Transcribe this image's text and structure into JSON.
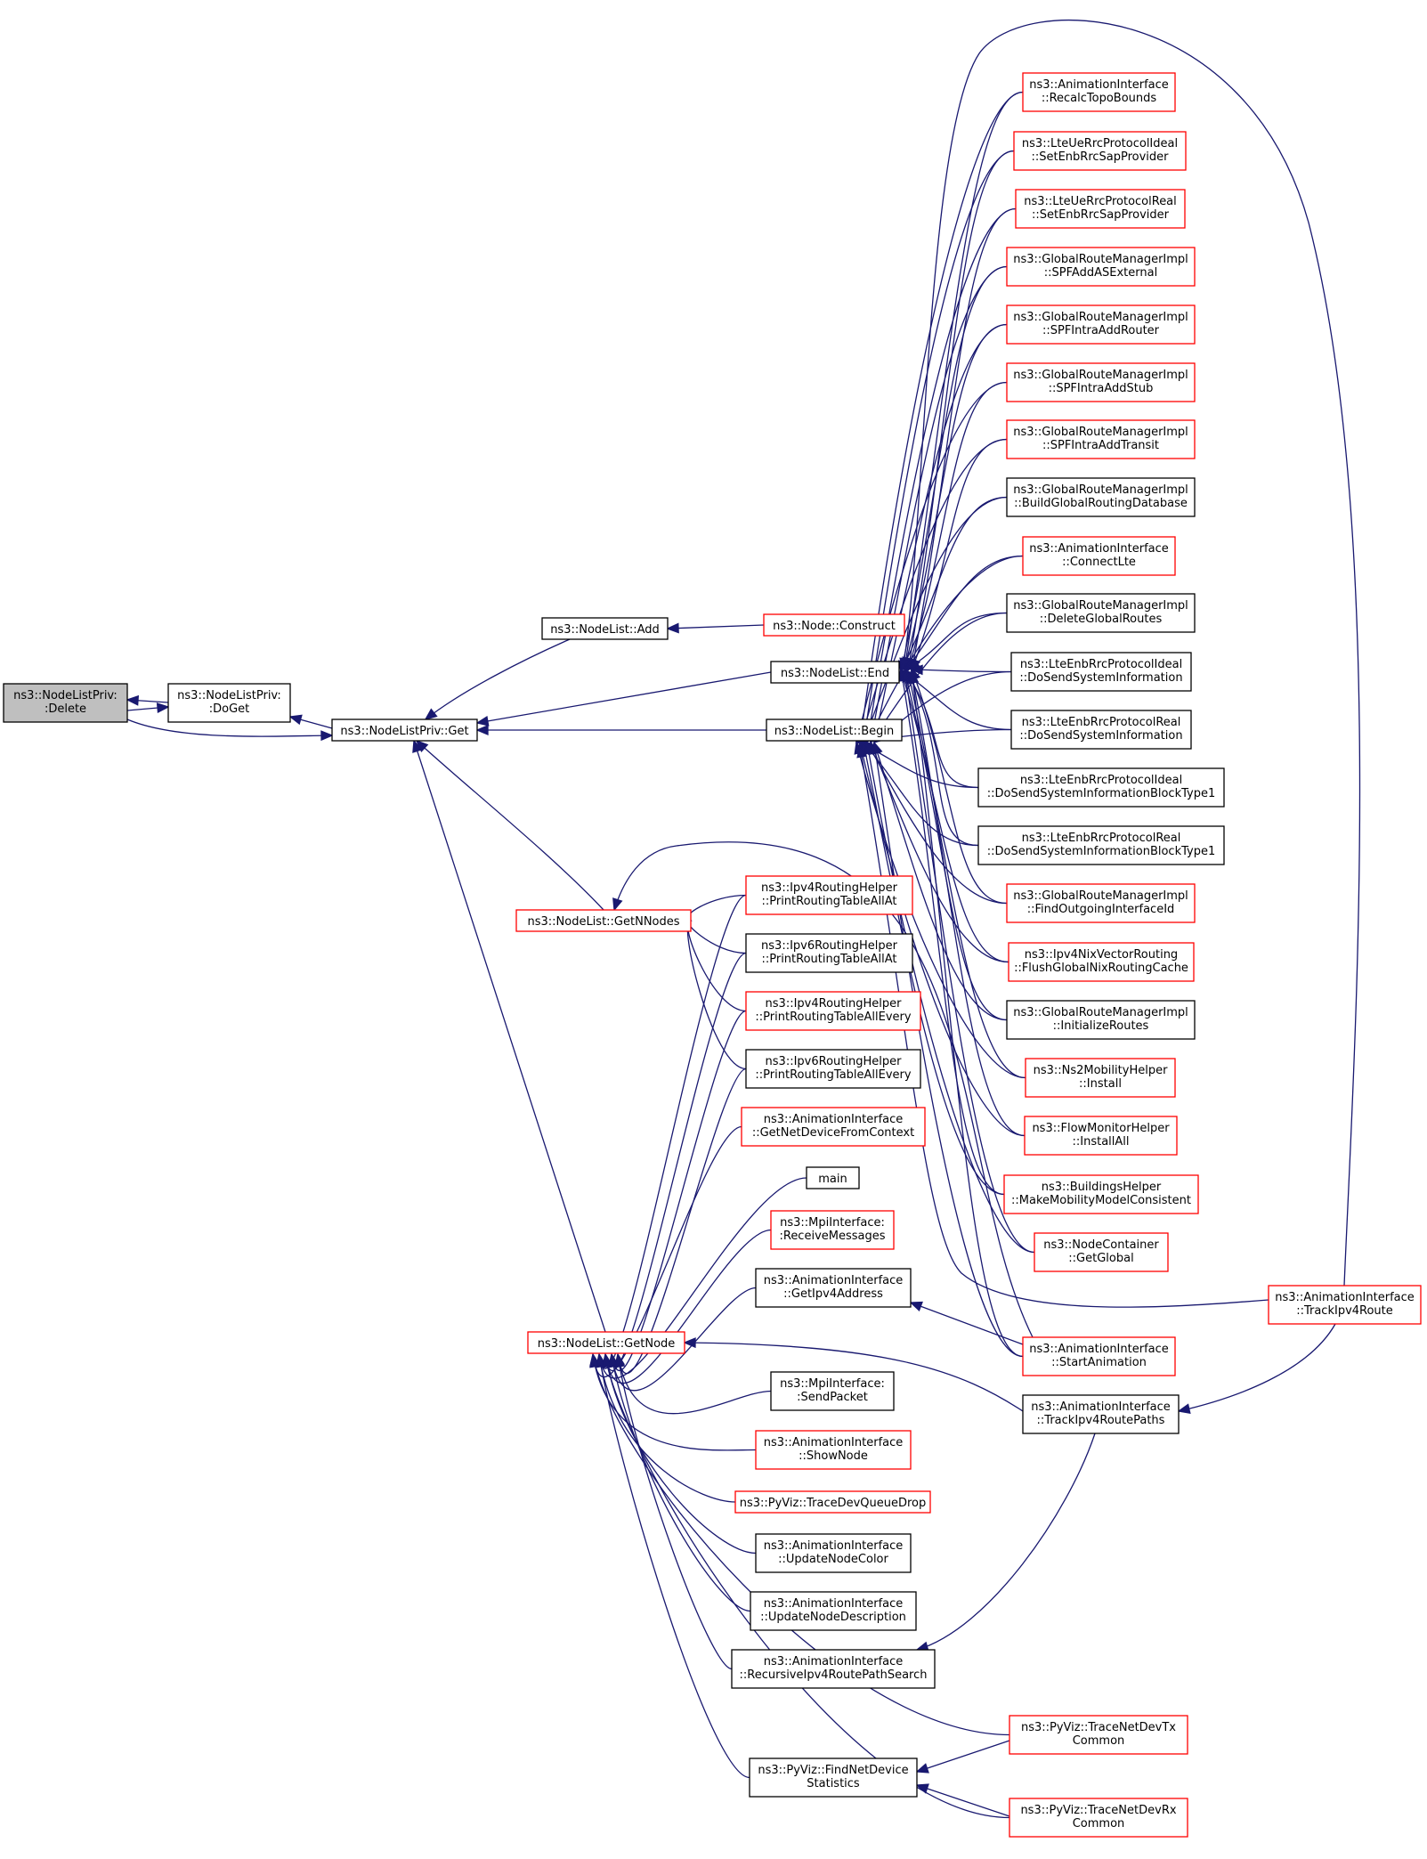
{
  "diagram": {
    "colors": {
      "edge": "#191970",
      "focus_fill": "#bfbfbf",
      "border_default": "#000000",
      "border_truncated": "#ff0000",
      "node_fill": "#ffffff",
      "text": "#000000"
    },
    "nodes": [
      {
        "id": "delete",
        "lines": [
          "ns3::NodeListPriv:",
          ":Delete"
        ],
        "style": "focus"
      },
      {
        "id": "doget",
        "lines": [
          "ns3::NodeListPriv:",
          ":DoGet"
        ],
        "style": "black"
      },
      {
        "id": "get",
        "lines": [
          "ns3::NodeListPriv::Get"
        ],
        "style": "black"
      },
      {
        "id": "add",
        "lines": [
          "ns3::NodeList::Add"
        ],
        "style": "black"
      },
      {
        "id": "construct",
        "lines": [
          "ns3::Node::Construct"
        ],
        "style": "red"
      },
      {
        "id": "end",
        "lines": [
          "ns3::NodeList::End"
        ],
        "style": "black"
      },
      {
        "id": "begin",
        "lines": [
          "ns3::NodeList::Begin"
        ],
        "style": "black"
      },
      {
        "id": "getnnodes",
        "lines": [
          "ns3::NodeList::GetNNodes"
        ],
        "style": "red"
      },
      {
        "id": "getnode",
        "lines": [
          "ns3::NodeList::GetNode"
        ],
        "style": "red"
      },
      {
        "id": "recalctopo",
        "lines": [
          "ns3::AnimationInterface",
          "::RecalcTopoBounds"
        ],
        "style": "red"
      },
      {
        "id": "lteue_ideal",
        "lines": [
          "ns3::LteUeRrcProtocolIdeal",
          "::SetEnbRrcSapProvider"
        ],
        "style": "red"
      },
      {
        "id": "lteue_real",
        "lines": [
          "ns3::LteUeRrcProtocolReal",
          "::SetEnbRrcSapProvider"
        ],
        "style": "red"
      },
      {
        "id": "spf_asext",
        "lines": [
          "ns3::GlobalRouteManagerImpl",
          "::SPFAddASExternal"
        ],
        "style": "red"
      },
      {
        "id": "spf_router",
        "lines": [
          "ns3::GlobalRouteManagerImpl",
          "::SPFIntraAddRouter"
        ],
        "style": "red"
      },
      {
        "id": "spf_stub",
        "lines": [
          "ns3::GlobalRouteManagerImpl",
          "::SPFIntraAddStub"
        ],
        "style": "red"
      },
      {
        "id": "spf_transit",
        "lines": [
          "ns3::GlobalRouteManagerImpl",
          "::SPFIntraAddTransit"
        ],
        "style": "red"
      },
      {
        "id": "buildglobal",
        "lines": [
          "ns3::GlobalRouteManagerImpl",
          "::BuildGlobalRoutingDatabase"
        ],
        "style": "black"
      },
      {
        "id": "connectlte",
        "lines": [
          "ns3::AnimationInterface",
          "::ConnectLte"
        ],
        "style": "red"
      },
      {
        "id": "deleteglobal",
        "lines": [
          "ns3::GlobalRouteManagerImpl",
          "::DeleteGlobalRoutes"
        ],
        "style": "black"
      },
      {
        "id": "enb_ideal_sys",
        "lines": [
          "ns3::LteEnbRrcProtocolIdeal",
          "::DoSendSystemInformation"
        ],
        "style": "black"
      },
      {
        "id": "enb_real_sys",
        "lines": [
          "ns3::LteEnbRrcProtocolReal",
          "::DoSendSystemInformation"
        ],
        "style": "black"
      },
      {
        "id": "enb_ideal_sib",
        "lines": [
          "ns3::LteEnbRrcProtocolIdeal",
          "::DoSendSystemInformationBlockType1"
        ],
        "style": "black"
      },
      {
        "id": "enb_real_sib",
        "lines": [
          "ns3::LteEnbRrcProtocolReal",
          "::DoSendSystemInformationBlockType1"
        ],
        "style": "black"
      },
      {
        "id": "findoutgoing",
        "lines": [
          "ns3::GlobalRouteManagerImpl",
          "::FindOutgoingInterfaceId"
        ],
        "style": "red"
      },
      {
        "id": "flushnix",
        "lines": [
          "ns3::Ipv4NixVectorRouting",
          "::FlushGlobalNixRoutingCache"
        ],
        "style": "red"
      },
      {
        "id": "initroutes",
        "lines": [
          "ns3::GlobalRouteManagerImpl",
          "::InitializeRoutes"
        ],
        "style": "black"
      },
      {
        "id": "ns2install",
        "lines": [
          "ns3::Ns2MobilityHelper",
          "::Install"
        ],
        "style": "red"
      },
      {
        "id": "flowinstall",
        "lines": [
          "ns3::FlowMonitorHelper",
          "::InstallAll"
        ],
        "style": "red"
      },
      {
        "id": "buildings",
        "lines": [
          "ns3::BuildingsHelper",
          "::MakeMobilityModelConsistent"
        ],
        "style": "red"
      },
      {
        "id": "getglobal",
        "lines": [
          "ns3::NodeContainer",
          "::GetGlobal"
        ],
        "style": "red"
      },
      {
        "id": "trackroute",
        "lines": [
          "ns3::AnimationInterface",
          "::TrackIpv4Route"
        ],
        "style": "red"
      },
      {
        "id": "startanim",
        "lines": [
          "ns3::AnimationInterface",
          "::StartAnimation"
        ],
        "style": "red"
      },
      {
        "id": "trackpaths",
        "lines": [
          "ns3::AnimationInterface",
          "::TrackIpv4RoutePaths"
        ],
        "style": "black"
      },
      {
        "id": "ipv4_all_at",
        "lines": [
          "ns3::Ipv4RoutingHelper",
          "::PrintRoutingTableAllAt"
        ],
        "style": "red"
      },
      {
        "id": "ipv6_all_at",
        "lines": [
          "ns3::Ipv6RoutingHelper",
          "::PrintRoutingTableAllAt"
        ],
        "style": "black"
      },
      {
        "id": "ipv4_all_every",
        "lines": [
          "ns3::Ipv4RoutingHelper",
          "::PrintRoutingTableAllEvery"
        ],
        "style": "red"
      },
      {
        "id": "ipv6_all_every",
        "lines": [
          "ns3::Ipv6RoutingHelper",
          "::PrintRoutingTableAllEvery"
        ],
        "style": "black"
      },
      {
        "id": "getnetdev",
        "lines": [
          "ns3::AnimationInterface",
          "::GetNetDeviceFromContext"
        ],
        "style": "red"
      },
      {
        "id": "main",
        "lines": [
          "main"
        ],
        "style": "black"
      },
      {
        "id": "mpi_recv",
        "lines": [
          "ns3::MpiInterface:",
          ":ReceiveMessages"
        ],
        "style": "red"
      },
      {
        "id": "getipv4addr",
        "lines": [
          "ns3::AnimationInterface",
          "::GetIpv4Address"
        ],
        "style": "black"
      },
      {
        "id": "mpi_send",
        "lines": [
          "ns3::MpiInterface:",
          ":SendPacket"
        ],
        "style": "black"
      },
      {
        "id": "shownode",
        "lines": [
          "ns3::AnimationInterface",
          "::ShowNode"
        ],
        "style": "red"
      },
      {
        "id": "tracedevqueue",
        "lines": [
          "ns3::PyViz::TraceDevQueueDrop"
        ],
        "style": "red"
      },
      {
        "id": "updcolor",
        "lines": [
          "ns3::AnimationInterface",
          "::UpdateNodeColor"
        ],
        "style": "black"
      },
      {
        "id": "upddesc",
        "lines": [
          "ns3::AnimationInterface",
          "::UpdateNodeDescription"
        ],
        "style": "black"
      },
      {
        "id": "recursive",
        "lines": [
          "ns3::AnimationInterface",
          "::RecursiveIpv4RoutePathSearch"
        ],
        "style": "black"
      },
      {
        "id": "tracetx",
        "lines": [
          "ns3::PyViz::TraceNetDevTx",
          "Common"
        ],
        "style": "red"
      },
      {
        "id": "findnetdev",
        "lines": [
          "ns3::PyViz::FindNetDevice",
          "Statistics"
        ],
        "style": "black"
      },
      {
        "id": "tracerx",
        "lines": [
          "ns3::PyViz::TraceNetDevRx",
          "Common"
        ],
        "style": "red"
      }
    ],
    "edges": [
      {
        "from": "doget",
        "to": "delete"
      },
      {
        "from": "delete",
        "to": "doget"
      },
      {
        "from": "get",
        "to": "doget"
      },
      {
        "from": "delete",
        "to": "get"
      },
      {
        "from": "add",
        "to": "get"
      },
      {
        "from": "end",
        "to": "get"
      },
      {
        "from": "begin",
        "to": "get"
      },
      {
        "from": "getnnodes",
        "to": "get"
      },
      {
        "from": "getnode",
        "to": "get"
      },
      {
        "from": "construct",
        "to": "add"
      },
      {
        "from": "recalctopo",
        "to": "end"
      },
      {
        "from": "lteue_ideal",
        "to": "end"
      },
      {
        "from": "lteue_real",
        "to": "end"
      },
      {
        "from": "spf_asext",
        "to": "end"
      },
      {
        "from": "spf_router",
        "to": "end"
      },
      {
        "from": "spf_stub",
        "to": "end"
      },
      {
        "from": "spf_transit",
        "to": "end"
      },
      {
        "from": "buildglobal",
        "to": "end"
      },
      {
        "from": "connectlte",
        "to": "end"
      },
      {
        "from": "deleteglobal",
        "to": "end"
      },
      {
        "from": "enb_ideal_sys",
        "to": "end"
      },
      {
        "from": "enb_real_sys",
        "to": "end"
      },
      {
        "from": "enb_ideal_sib",
        "to": "end"
      },
      {
        "from": "enb_real_sib",
        "to": "end"
      },
      {
        "from": "findoutgoing",
        "to": "end"
      },
      {
        "from": "flushnix",
        "to": "end"
      },
      {
        "from": "initroutes",
        "to": "end"
      },
      {
        "from": "ns2install",
        "to": "end"
      },
      {
        "from": "flowinstall",
        "to": "end"
      },
      {
        "from": "buildings",
        "to": "end"
      },
      {
        "from": "getglobal",
        "to": "end"
      },
      {
        "from": "trackroute",
        "to": "end"
      },
      {
        "from": "startanim",
        "to": "end"
      },
      {
        "from": "recalctopo",
        "to": "begin"
      },
      {
        "from": "lteue_ideal",
        "to": "begin"
      },
      {
        "from": "lteue_real",
        "to": "begin"
      },
      {
        "from": "spf_asext",
        "to": "begin"
      },
      {
        "from": "spf_router",
        "to": "begin"
      },
      {
        "from": "spf_stub",
        "to": "begin"
      },
      {
        "from": "spf_transit",
        "to": "begin"
      },
      {
        "from": "buildglobal",
        "to": "begin"
      },
      {
        "from": "connectlte",
        "to": "begin"
      },
      {
        "from": "deleteglobal",
        "to": "begin"
      },
      {
        "from": "enb_ideal_sys",
        "to": "begin"
      },
      {
        "from": "enb_real_sys",
        "to": "begin"
      },
      {
        "from": "enb_ideal_sib",
        "to": "begin"
      },
      {
        "from": "enb_real_sib",
        "to": "begin"
      },
      {
        "from": "findoutgoing",
        "to": "begin"
      },
      {
        "from": "flushnix",
        "to": "begin"
      },
      {
        "from": "initroutes",
        "to": "begin"
      },
      {
        "from": "ns2install",
        "to": "begin"
      },
      {
        "from": "flowinstall",
        "to": "begin"
      },
      {
        "from": "buildings",
        "to": "begin"
      },
      {
        "from": "getglobal",
        "to": "begin"
      },
      {
        "from": "trackroute",
        "to": "begin"
      },
      {
        "from": "startanim",
        "to": "begin"
      },
      {
        "from": "ipv4_all_at",
        "to": "getnnodes"
      },
      {
        "from": "ipv6_all_at",
        "to": "getnnodes"
      },
      {
        "from": "ipv4_all_every",
        "to": "getnnodes"
      },
      {
        "from": "ipv6_all_every",
        "to": "getnnodes"
      },
      {
        "from": "startanim",
        "to": "getnnodes"
      },
      {
        "from": "ipv4_all_at",
        "to": "getnode"
      },
      {
        "from": "ipv6_all_at",
        "to": "getnode"
      },
      {
        "from": "ipv4_all_every",
        "to": "getnode"
      },
      {
        "from": "ipv6_all_every",
        "to": "getnode"
      },
      {
        "from": "getnetdev",
        "to": "getnode"
      },
      {
        "from": "main",
        "to": "getnode"
      },
      {
        "from": "mpi_recv",
        "to": "getnode"
      },
      {
        "from": "getipv4addr",
        "to": "getnode"
      },
      {
        "from": "mpi_send",
        "to": "getnode"
      },
      {
        "from": "shownode",
        "to": "getnode"
      },
      {
        "from": "tracedevqueue",
        "to": "getnode"
      },
      {
        "from": "updcolor",
        "to": "getnode"
      },
      {
        "from": "upddesc",
        "to": "getnode"
      },
      {
        "from": "recursive",
        "to": "getnode"
      },
      {
        "from": "tracetx",
        "to": "getnode"
      },
      {
        "from": "findnetdev",
        "to": "getnode"
      },
      {
        "from": "tracerx",
        "to": "getnode"
      },
      {
        "from": "trackpaths",
        "to": "getnode"
      },
      {
        "from": "startanim",
        "to": "getipv4addr"
      },
      {
        "from": "trackroute",
        "to": "trackpaths"
      },
      {
        "from": "trackpaths",
        "to": "recursive"
      },
      {
        "from": "tracetx",
        "to": "findnetdev"
      },
      {
        "from": "tracerx",
        "to": "findnetdev"
      }
    ]
  }
}
